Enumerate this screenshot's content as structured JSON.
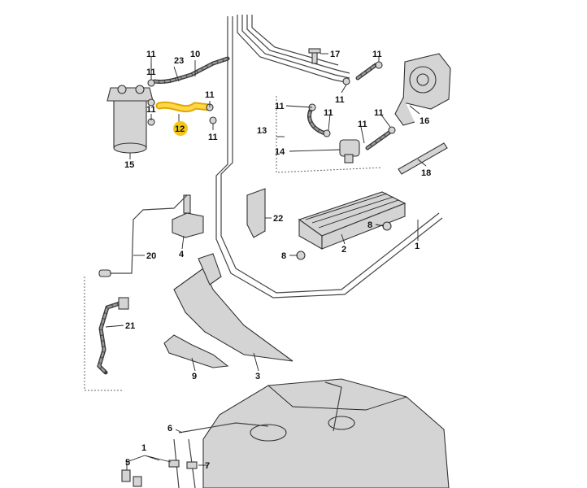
{
  "labels": {
    "l11a": "11",
    "l23": "23",
    "l10": "10",
    "l11b": "11",
    "l11c": "11",
    "l11d": "11",
    "l12": "12",
    "l11e": "11",
    "l15": "15",
    "l17": "17",
    "l11f": "11",
    "l11g": "11",
    "l11h": "11",
    "l11i": "11",
    "l11j": "11",
    "l13": "13",
    "l16": "16",
    "l14": "14",
    "l18": "18",
    "l22": "22",
    "l8a": "8",
    "l2": "2",
    "l1a": "1",
    "l8b": "8",
    "l4": "4",
    "l20": "20",
    "l21": "21",
    "l9": "9",
    "l3": "3",
    "l6": "6",
    "l1b": "1",
    "l5": "5",
    "l7": "7"
  },
  "highlight": {
    "part": "12",
    "color": "#f5c518"
  },
  "colors": {
    "line": "#222222",
    "metal": "#d4d4d4",
    "dark": "#555555"
  }
}
